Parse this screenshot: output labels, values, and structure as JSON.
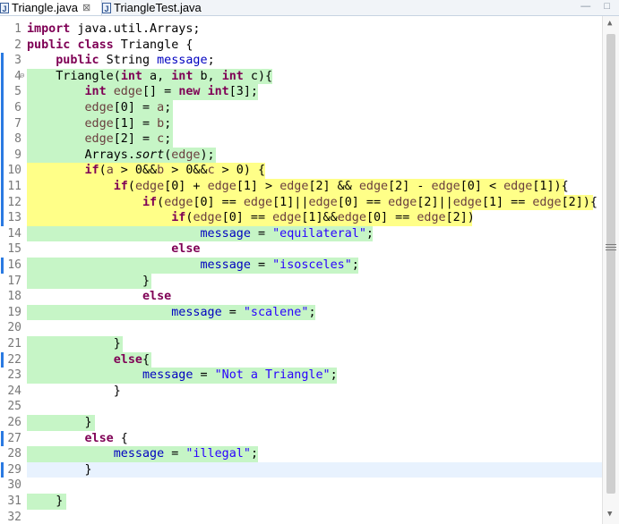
{
  "tabs": [
    {
      "label": "Triangle.java",
      "close": "⊠",
      "active": true
    },
    {
      "label": "TriangleTest.java",
      "active": false
    }
  ],
  "window_controls": "—  □",
  "colors": {
    "covered": "#c6f5c6",
    "partial": "#ffff88",
    "current_line": "#e8f2fe"
  },
  "lines": [
    {
      "n": "1",
      "cov": "",
      "text": "import java.util.Arrays;"
    },
    {
      "n": "2",
      "cov": "",
      "text": "public class Triangle {"
    },
    {
      "n": "3",
      "cov": "",
      "text": "    public String message;"
    },
    {
      "n": "4",
      "cov": "green",
      "text": "    Triangle(int a, int b, int c){"
    },
    {
      "n": "5",
      "cov": "green",
      "text": "        int edge[] = new int[3];"
    },
    {
      "n": "6",
      "cov": "green",
      "text": "        edge[0] = a;"
    },
    {
      "n": "7",
      "cov": "green",
      "text": "        edge[1] = b;"
    },
    {
      "n": "8",
      "cov": "green",
      "text": "        edge[2] = c;"
    },
    {
      "n": "9",
      "cov": "green",
      "text": "        Arrays.sort(edge);"
    },
    {
      "n": "10",
      "cov": "yellow",
      "text": "        if(a > 0&&b > 0&&c > 0) {"
    },
    {
      "n": "11",
      "cov": "yellow",
      "text": "            if(edge[0] + edge[1] > edge[2] && edge[2] - edge[0] < edge[1]){"
    },
    {
      "n": "12",
      "cov": "yellow",
      "text": "                if(edge[0] == edge[1]||edge[0] == edge[2]||edge[1] == edge[2]){"
    },
    {
      "n": "13",
      "cov": "yellow",
      "text": "                    if(edge[0] == edge[1]&&edge[0] == edge[2])"
    },
    {
      "n": "14",
      "cov": "green",
      "text": "                        message = \"equilateral\";"
    },
    {
      "n": "15",
      "cov": "",
      "text": "                    else"
    },
    {
      "n": "16",
      "cov": "green",
      "text": "                        message = \"isosceles\";"
    },
    {
      "n": "17",
      "cov": "green",
      "text": "                }"
    },
    {
      "n": "18",
      "cov": "",
      "text": "                else"
    },
    {
      "n": "19",
      "cov": "green",
      "text": "                    message = \"scalene\";"
    },
    {
      "n": "20",
      "cov": "",
      "text": ""
    },
    {
      "n": "21",
      "cov": "green",
      "text": "            }"
    },
    {
      "n": "22",
      "cov": "green",
      "text": "            else{"
    },
    {
      "n": "23",
      "cov": "green",
      "text": "                message = \"Not a Triangle\";"
    },
    {
      "n": "24",
      "cov": "",
      "text": "            }"
    },
    {
      "n": "25",
      "cov": "",
      "text": ""
    },
    {
      "n": "26",
      "cov": "green",
      "text": "        }"
    },
    {
      "n": "27",
      "cov": "",
      "text": "        else {"
    },
    {
      "n": "28",
      "cov": "green",
      "text": "            message = \"illegal\";"
    },
    {
      "n": "29",
      "cov": "cursor",
      "text": "        }"
    },
    {
      "n": "30",
      "cov": "",
      "text": ""
    },
    {
      "n": "31",
      "cov": "green",
      "text": "    }"
    },
    {
      "n": "32",
      "cov": "",
      "text": ""
    }
  ]
}
